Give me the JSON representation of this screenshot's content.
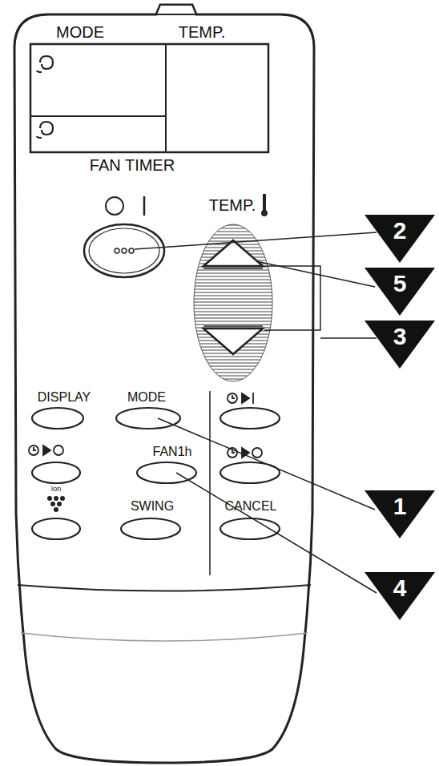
{
  "diagram": {
    "nodes": [
      {
        "text": [
          "2"
        ]
      },
      {
        "text": [
          "5"
        ]
      },
      {
        "text": [
          "3"
        ]
      },
      {
        "text": [
          "1"
        ]
      },
      {
        "text": [
          "4"
        ]
      }
    ],
    "labels": [
      "MODE",
      "TEMP.",
      "FAN TIMER",
      "TEMP.",
      "DISPLAY",
      "MODE",
      "FAN1h",
      "Ion",
      "SWING",
      "CANCEL"
    ]
  }
}
